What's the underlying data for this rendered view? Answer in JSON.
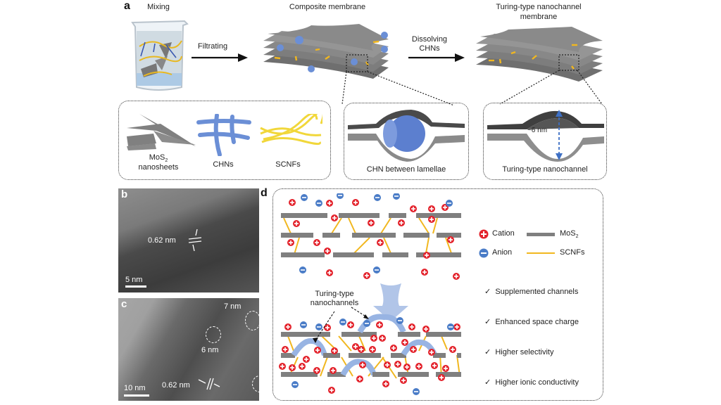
{
  "figure": {
    "panel_a": {
      "letter": "a",
      "stages": {
        "mixing": "Mixing",
        "composite": "Composite membrane",
        "turing_line1": "Turing-type nanochannel",
        "turing_line2": "membrane"
      },
      "arrows": {
        "filtrating": "Filtrating",
        "dissolving_line1": "Dissolving",
        "dissolving_line2": "CHNs"
      },
      "components": {
        "mos2_prefix": "MoS",
        "mos2_sub": "2",
        "mos2_line2": "nanosheets",
        "chns": "CHNs",
        "scnfs": "SCNFs"
      },
      "insets": {
        "chn_between": "CHN between lamellae",
        "turing_channel": "Turing-type nanochannel",
        "gap_label": "~6 nm"
      }
    },
    "panel_b": {
      "letter": "b",
      "spacing_label": "0.62 nm",
      "scale_bar": "5 nm"
    },
    "panel_c": {
      "letter": "c",
      "pore_1": "7 nm",
      "pore_2": "6 nm",
      "spacing_label": "0.62 nm",
      "scale_bar": "10 nm"
    },
    "panel_d": {
      "letter": "d",
      "legend": {
        "cation": "Cation",
        "anion": "Anion",
        "mos2_prefix": "MoS",
        "mos2_sub": "2",
        "scnfs": "SCNFs"
      },
      "annotation_line1": "Turing-type",
      "annotation_line2": "nanochannels",
      "benefits": [
        "Supplemented channels",
        "Enhanced space charge",
        "Higher selectivity",
        "Higher ionic conductivity"
      ],
      "check_glyph": "✓"
    },
    "colors": {
      "cation": "#e3232c",
      "anion": "#4a7cc7",
      "mos2": "#7f7f7f",
      "scnf": "#f1b71f",
      "chn": "#6b8fd6",
      "channel": "#98b4e3"
    }
  }
}
